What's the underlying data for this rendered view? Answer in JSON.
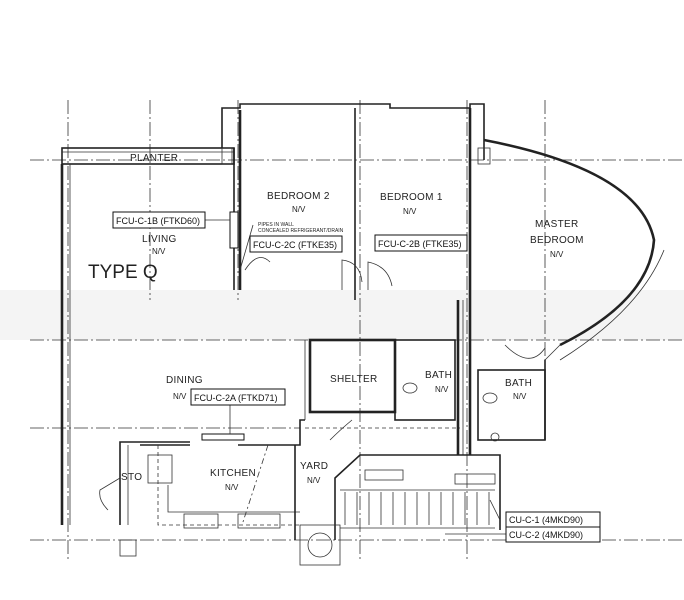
{
  "plan": {
    "type_label": "TYPE Q",
    "rooms": {
      "planter": "PLANTER",
      "living": "LIVING",
      "living_nv": "N/V",
      "bedroom2": "BEDROOM 2",
      "bedroom2_nv": "N/V",
      "bedroom1": "BEDROOM 1",
      "bedroom1_nv": "N/V",
      "master_line1": "MASTER",
      "master_line2": "BEDROOM",
      "master_nv": "N/V",
      "shelter": "SHELTER",
      "bath1": "BATH",
      "bath1_nv": "N/V",
      "bath2": "BATH",
      "bath2_nv": "N/V",
      "dining": "DINING",
      "dining_nv": "N/V",
      "kitchen": "KITCHEN",
      "kitchen_nv": "N/V",
      "yard": "YARD",
      "yard_nv": "N/V",
      "store": "STO"
    },
    "units": {
      "fcu_1b": "FCU-C-1B (FTKD60)",
      "fcu_2c": "FCU-C-2C (FTKE35)",
      "fcu_2b": "FCU-C-2B (FTKE35)",
      "fcu_2a": "FCU-C-2A (FTKD71)",
      "cu_1": "CU-C-1 (4MKD90)",
      "cu_2": "CU-C-2 (4MKD90)"
    },
    "notes": {
      "pipes_line1": "PIPES IN WALL",
      "pipes_line2": "CONCEALED REFRIGERANT/DRAIN"
    }
  }
}
